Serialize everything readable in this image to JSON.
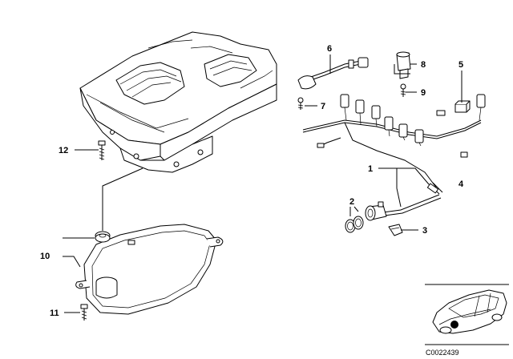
{
  "callouts": {
    "c1": "1",
    "c2": "2",
    "c3": "3",
    "c4": "4",
    "c5": "5",
    "c6": "6",
    "c7": "7",
    "c8": "8",
    "c9": "9",
    "c10": "10",
    "c11": "11",
    "c12": "12"
  },
  "diagram_code": "C0022439"
}
